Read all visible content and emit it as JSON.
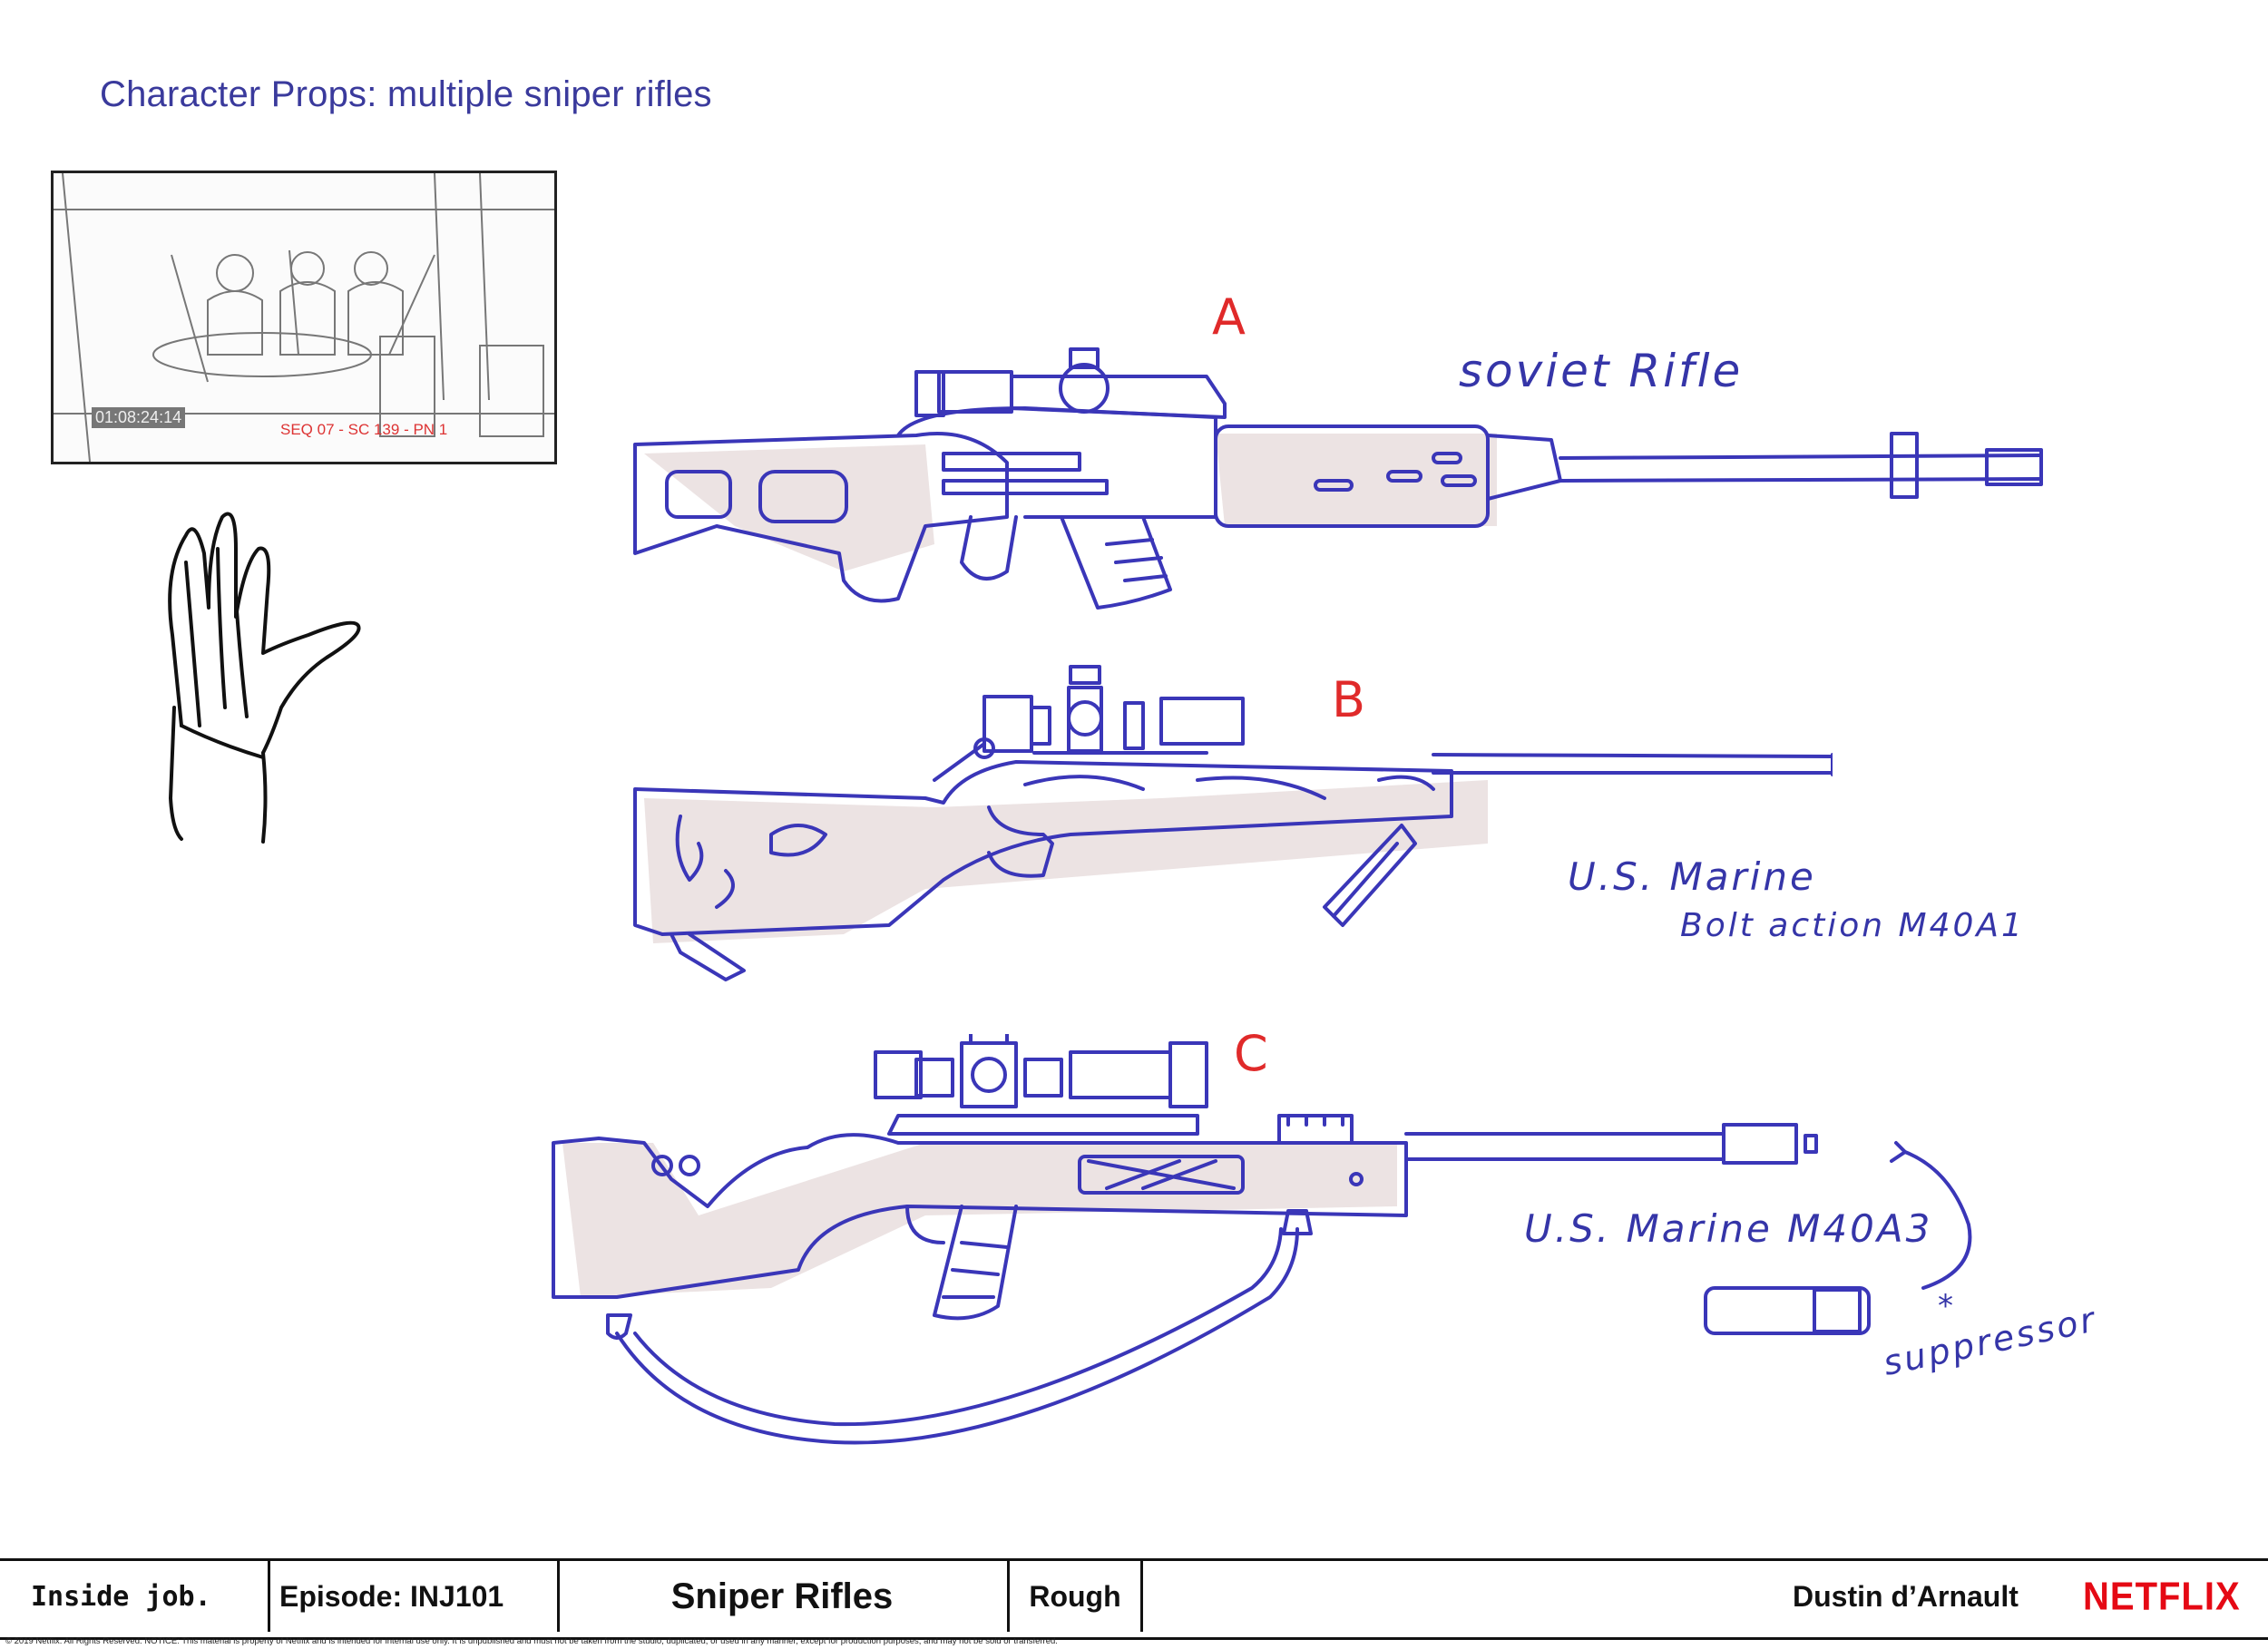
{
  "header": {
    "title": "Character Props: multiple sniper rifles"
  },
  "thumbnail": {
    "timecode": "01:08:24:14",
    "sequence": "SEQ 07 - SC 139 - PN 1"
  },
  "rifles": [
    {
      "letter": "A",
      "caption": "soviet Rifle",
      "subcaption": ""
    },
    {
      "letter": "B",
      "caption": "U.S. Marine",
      "subcaption": "Bolt action M40A1"
    },
    {
      "letter": "C",
      "caption": "U.S. Marine  M40A3",
      "subcaption": ""
    }
  ],
  "suppressor": {
    "label": "suppressor",
    "asterisk": "*"
  },
  "footer": {
    "show_logo": "Inside job.",
    "episode": "Episode: INJ101",
    "title": "Sniper Rifles",
    "stage": "Rough",
    "artist": "Dustin d’Arnault",
    "brand": "NETFLIX",
    "brand_color": "#e50914",
    "notice": "© 2019 Netflix. All Rights Reserved. NOTICE: This material is property of Netflix and is intended for internal use only. It is unpublished and must not be taken from the studio, duplicated, or used in any manner, except for production purposes, and may not be sold or transferred."
  }
}
